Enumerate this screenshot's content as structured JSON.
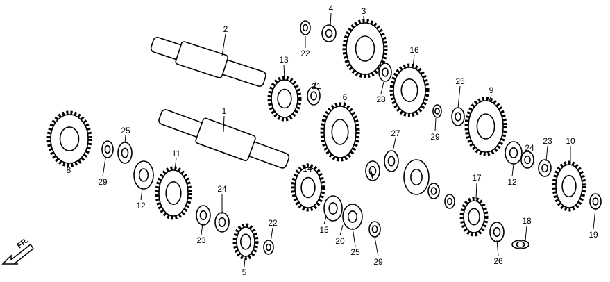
{
  "diagram": {
    "title": "Transmission exploded view",
    "callouts": [
      "2",
      "4",
      "3",
      "22",
      "13",
      "16",
      "21",
      "28",
      "25",
      "9",
      "6",
      "1",
      "29",
      "24",
      "23",
      "10",
      "25",
      "8",
      "29",
      "11",
      "27",
      "14",
      "7",
      "17",
      "12",
      "12",
      "24",
      "22",
      "18",
      "19",
      "23",
      "15",
      "20",
      "25",
      "29",
      "26",
      "5"
    ],
    "direction_label": "FR."
  }
}
